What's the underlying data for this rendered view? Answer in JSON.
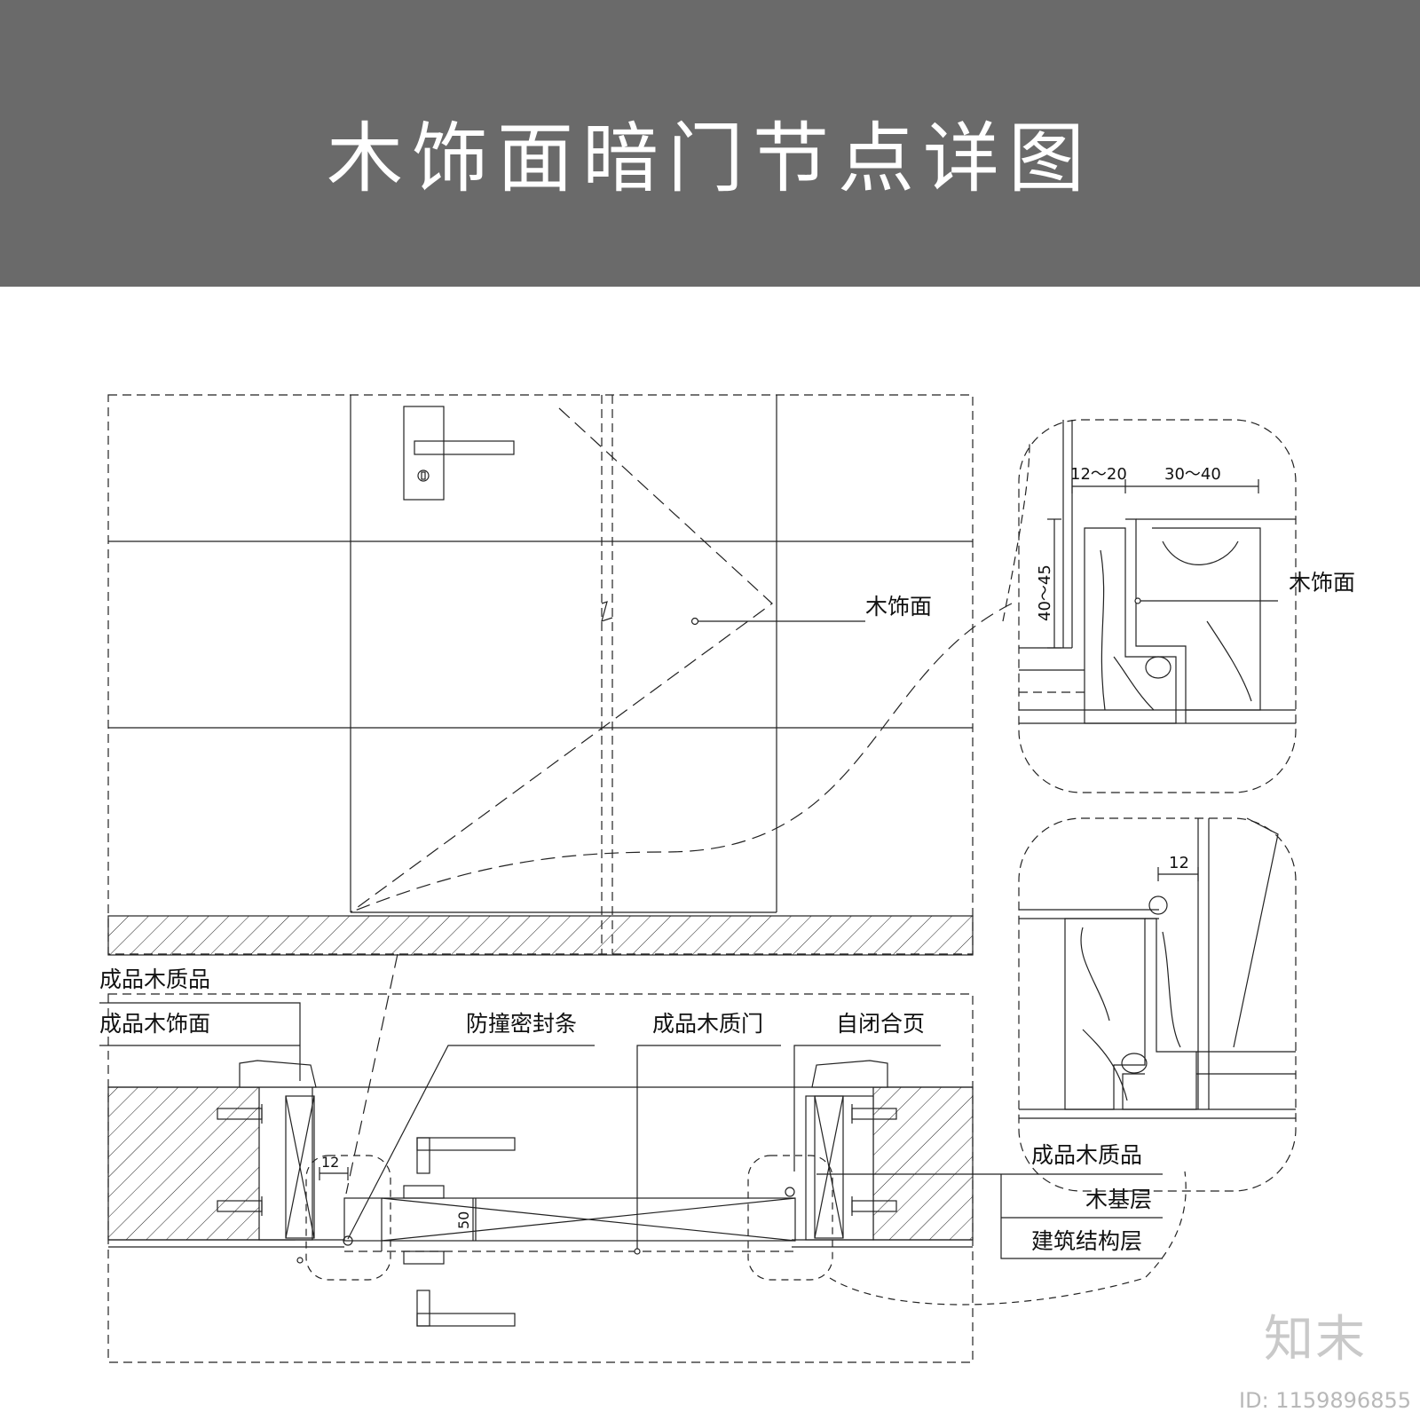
{
  "header": {
    "title": "木饰面暗门节点详图"
  },
  "elevation": {
    "label_wood_face": "木饰面"
  },
  "plan": {
    "label_finished_wood_product": "成品木质品",
    "label_finished_wood_veneer": "成品木饰面",
    "label_anti_collision_seal": "防撞密封条",
    "label_finished_wood_door": "成品木质门",
    "label_self_closing_hinge": "自闭合页",
    "label_finished_wood_product_right": "成品木质品",
    "label_wood_base_layer": "木基层",
    "label_structure_layer": "建筑结构层",
    "dim_gap": "12",
    "dim_door_thickness": "50"
  },
  "detail_top": {
    "dim_a": "12～20",
    "dim_b": "30～40",
    "dim_c": "40～45",
    "label_wood_face": "木饰面"
  },
  "detail_bottom": {
    "dim_a": "12"
  },
  "watermark": {
    "logo": "知末",
    "id": "ID: 1159896855"
  }
}
